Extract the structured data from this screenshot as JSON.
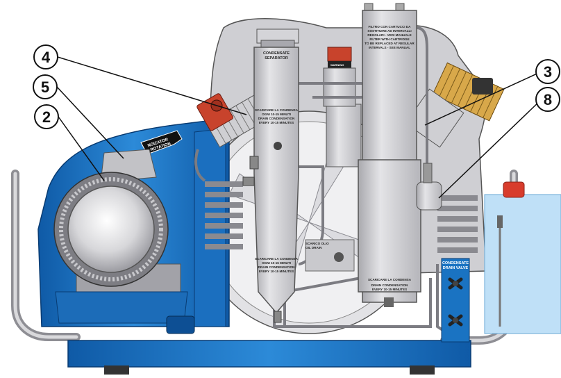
{
  "callouts": [
    {
      "id": "4",
      "label": "4"
    },
    {
      "id": "5",
      "label": "5"
    },
    {
      "id": "2",
      "label": "2"
    },
    {
      "id": "3",
      "label": "3"
    },
    {
      "id": "8",
      "label": "8"
    }
  ],
  "labels": {
    "condensate_separator": [
      "CONDENSATE",
      "SEPARATOR"
    ],
    "separator_drain_top": [
      "SCARICARE LA CONDENSA",
      "OGNI 10-15 MINUTI",
      "DRAIN CONDENSATION",
      "EVERY 10-15 MINUTES"
    ],
    "separator_drain_bottom": [
      "SCARICARE LA CONDENSA",
      "OGNI 10-15 MINUTI",
      "DRAIN CONDENSATION",
      "EVERY 10-15 MINUTES"
    ],
    "filter_text": [
      "FILTRO CON CARTUCCI DA",
      "SOSTITUIRE AD INTERVALLI",
      "REGOLARI - VEDI MANUALE",
      "FILTER WITH CARTRIDGE",
      "TO BE REPLACED AT REGULAR",
      "INTERVALS - SEE MANUAL"
    ],
    "filter_drain": [
      "SCARICARE LA CONDENSA",
      "DRAIN CONDENSATION",
      "EVERY 10-15 MINUTES"
    ],
    "oil_drain": [
      "SCARICO OLIO",
      "OIL DRAIN"
    ],
    "drain_valve": [
      "CONDENSATE",
      "DRAIN VALVE"
    ],
    "warning": "WARNING",
    "rotation": [
      "NOIZATOR",
      "ROTATION"
    ]
  },
  "colors": {
    "frame_blue": "#1a73c2",
    "dark_blue": "#0d4f94",
    "grey": "#c9c9cd",
    "dark_grey": "#8d8d93",
    "flange_red": "#c8432c",
    "water_blue": "#bfe0f7",
    "cap_red": "#d83c2c"
  }
}
